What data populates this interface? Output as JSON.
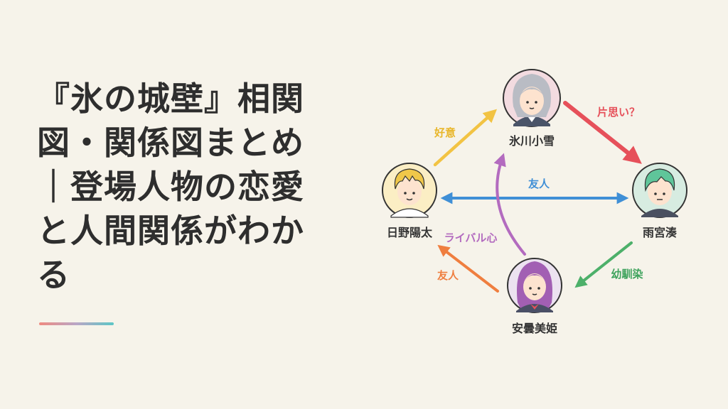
{
  "title": "『氷の城壁』相関図・関係図まとめ｜登場人物の恋愛と人間関係がわかる",
  "characters": {
    "koyuki": {
      "name": "氷川小雪"
    },
    "minato": {
      "name": "雨宮湊"
    },
    "yota": {
      "name": "日野陽太"
    },
    "miki": {
      "name": "安曇美姫"
    }
  },
  "relations": {
    "yota_to_koyuki": {
      "label": "好意",
      "color": "#f2c343"
    },
    "koyuki_to_minato": {
      "label": "片思い？",
      "color": "#e6505a"
    },
    "yota_minato": {
      "label": "友人",
      "color": "#3f8fd6"
    },
    "miki_to_koyuki": {
      "label": "ライバル心",
      "color": "#b36bbf"
    },
    "minato_to_miki": {
      "label": "幼馴染",
      "color": "#4db06a"
    },
    "miki_to_yota": {
      "label": "友人",
      "color": "#ef7e3f"
    }
  }
}
